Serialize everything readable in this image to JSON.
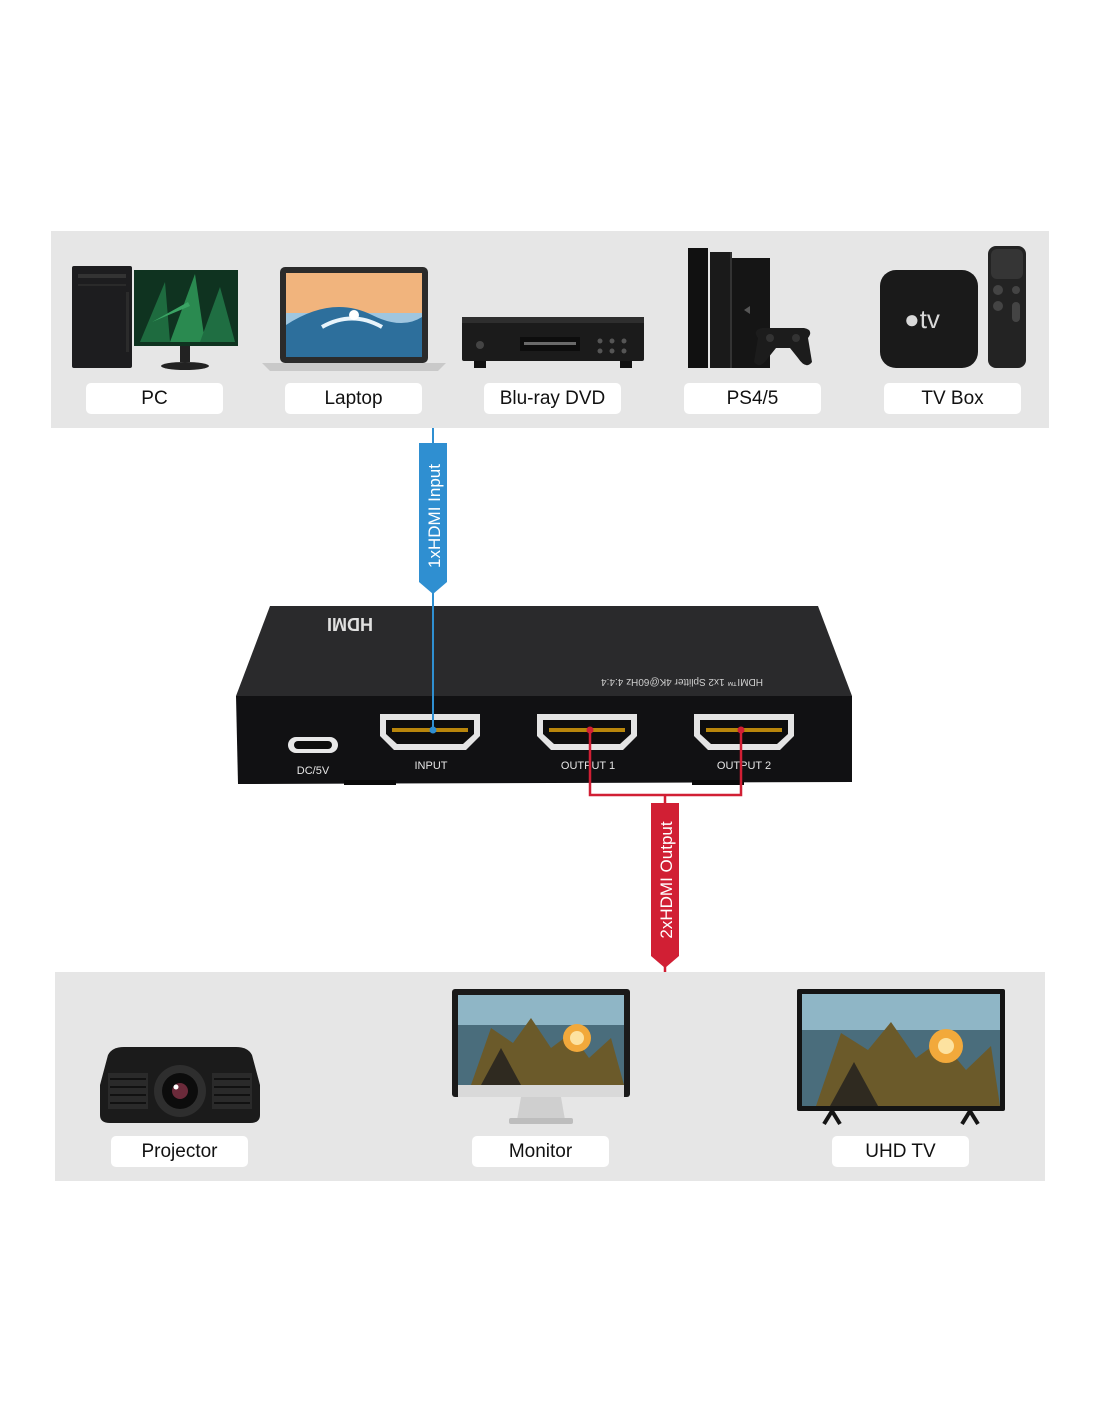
{
  "source_devices": [
    {
      "label": "PC",
      "icon": "pc-tower-monitor-icon"
    },
    {
      "label": "Laptop",
      "icon": "laptop-icon"
    },
    {
      "label": "Blu-ray DVD",
      "icon": "bluray-player-icon"
    },
    {
      "label": "PS4/5",
      "icon": "game-console-icon"
    },
    {
      "label": "TV Box",
      "icon": "tv-box-icon"
    }
  ],
  "input_link": {
    "label": "1xHDMI Input",
    "color": "#2f8fd1"
  },
  "output_link": {
    "label": "2xHDMI Output",
    "color": "#d11f34"
  },
  "splitter": {
    "logo_text": "HDMI",
    "model_text": "HDMI™ 1x2 Splitter 4K@60Hz 4:4:4",
    "ports": {
      "power": "DC/5V",
      "input": "INPUT",
      "output1": "OUTPUT 1",
      "output2": "OUTPUT 2"
    }
  },
  "display_devices": [
    {
      "label": "Projector",
      "icon": "projector-icon"
    },
    {
      "label": "Monitor",
      "icon": "monitor-icon"
    },
    {
      "label": "UHD TV",
      "icon": "uhd-tv-icon"
    }
  ],
  "colors": {
    "panel": "#e6e6e6",
    "device": "#1a1a1a",
    "input": "#2f8fd1",
    "output": "#d11f34"
  }
}
